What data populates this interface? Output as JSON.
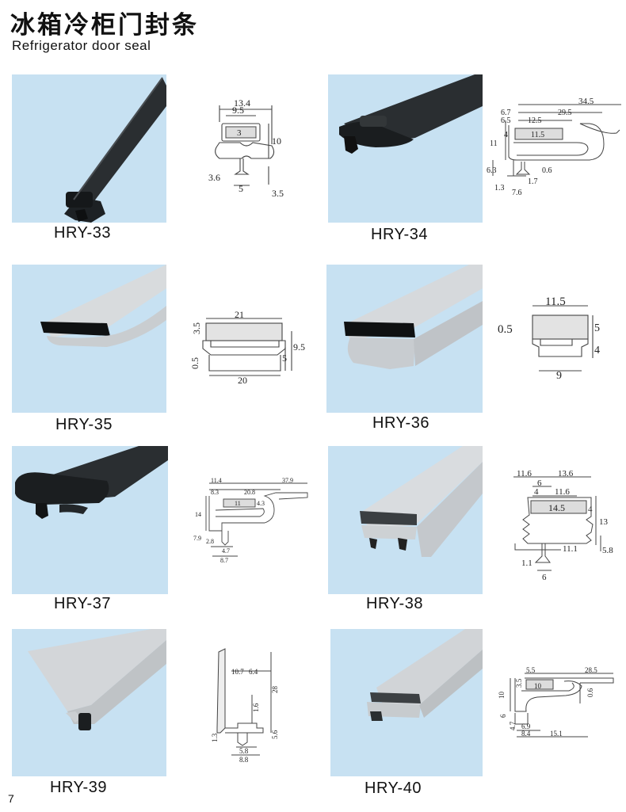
{
  "header": {
    "title_cn": "冰箱冷柜门封条",
    "title_en": "Refrigerator door seal"
  },
  "colors": {
    "photo_background": "#c7e1f2",
    "seal_black": "#1f2326",
    "seal_grey": "#d3d6d8"
  },
  "products": [
    {
      "model": "HRY-33",
      "color": "black",
      "dims": {
        "a": "13.4",
        "b": "9.5",
        "c": "3",
        "d": "10",
        "e": "3.6",
        "f": "5",
        "g": "3.5"
      }
    },
    {
      "model": "HRY-34",
      "color": "black",
      "dims": {
        "a": "34.5",
        "b": "6.7",
        "c": "29.5",
        "d": "6.5",
        "e": "12.5",
        "f": "4",
        "g": "11.5",
        "h": "11",
        "i": "6.3",
        "j": "0.6",
        "k": "1.7",
        "l": "1.3",
        "m": "7.6"
      }
    },
    {
      "model": "HRY-35",
      "color": "grey",
      "dims": {
        "a": "3.5",
        "b": "21",
        "c": "0.5",
        "d": "5",
        "e": "9.5",
        "f": "20"
      }
    },
    {
      "model": "HRY-36",
      "color": "grey",
      "dims": {
        "a": "11.5",
        "b": "0.5",
        "c": "5",
        "d": "4",
        "e": "9"
      }
    },
    {
      "model": "HRY-37",
      "color": "black",
      "dims": {
        "a": "11.4",
        "b": "37.9",
        "c": "8.3",
        "d": "20.8",
        "e": "11",
        "f": "4.3",
        "g": "14",
        "h": "7.9",
        "i": "2.8",
        "j": "4.7",
        "k": "8.7"
      }
    },
    {
      "model": "HRY-38",
      "color": "grey",
      "dims": {
        "a": "11.6",
        "b": "13.6",
        "c": "6",
        "d": "4",
        "e": "11.6",
        "f": "14.5",
        "g": "4",
        "h": "13",
        "i": "11.1",
        "j": "5.8",
        "k": "1.1",
        "l": "6"
      }
    },
    {
      "model": "HRY-39",
      "color": "grey",
      "dims": {
        "a": "10.7",
        "b": "6.4",
        "c": "28",
        "d": "1.6",
        "e": "1.3",
        "f": "5.6",
        "g": "5.8",
        "h": "8.8"
      }
    },
    {
      "model": "HRY-40",
      "color": "grey",
      "dims": {
        "a": "5.5",
        "b": "28.5",
        "c": "10",
        "d": "3.5",
        "e": "10",
        "f": "0.6",
        "g": "6",
        "h": "4.7",
        "i": "6.9",
        "j": "8.4",
        "k": "15.1"
      }
    }
  ],
  "footer": {
    "page_number": "7"
  }
}
